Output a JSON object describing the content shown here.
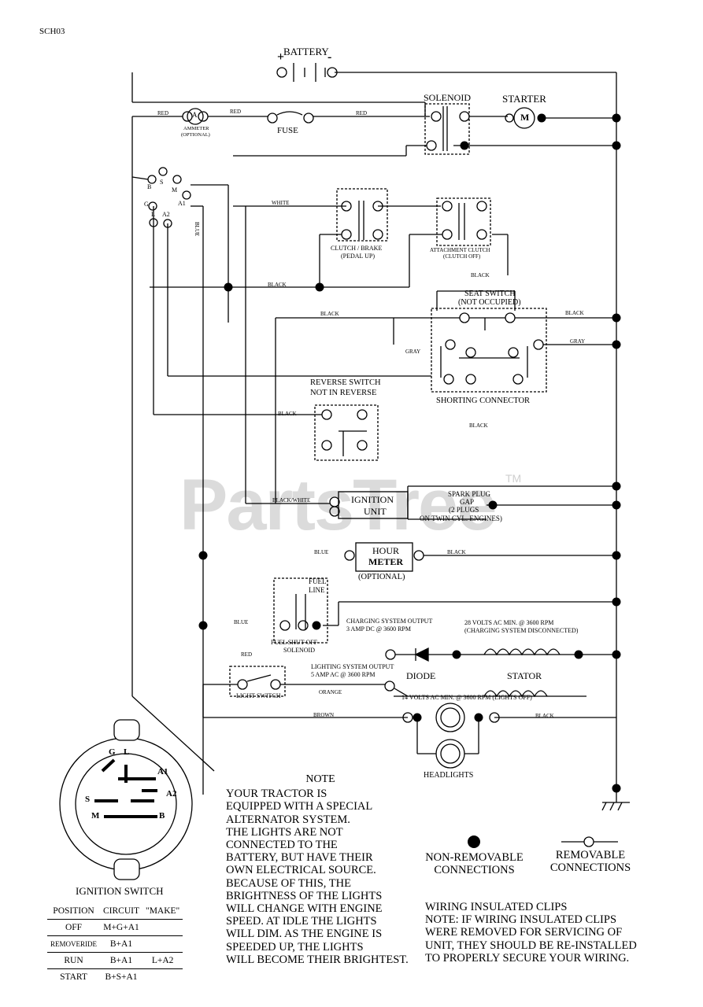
{
  "header": {
    "code": "SCH03"
  },
  "watermark": {
    "text": "PartsTree",
    "tm": "TM"
  },
  "components": {
    "battery": "BATTERY",
    "battery_plus": "+",
    "battery_minus": "-",
    "solenoid": "SOLENOID",
    "starter": "STARTER",
    "starter_m": "M",
    "ammeter_line1": "AMMETER",
    "ammeter_line2": "(OPTIONAL)",
    "ammeter_a": "A",
    "fuse": "FUSE",
    "clutch_brake_line1": "CLUTCH / BRAKE",
    "clutch_brake_line2": "(PEDAL UP)",
    "attachment_line1": "ATTACHMENT CLUTCH",
    "attachment_line2": "(CLUTCH OFF)",
    "seat_switch_line1": "SEAT SWITCH",
    "seat_switch_line2": "(NOT OCCUPIED)",
    "shorting_connector": "SHORTING CONNECTOR",
    "reverse_switch_line1": "REVERSE SWITCH",
    "reverse_switch_line2": "NOT IN REVERSE",
    "ignition_unit_line1": "IGNITION",
    "ignition_unit_line2": "UNIT",
    "spark_plug_line1": "SPARK PLUG",
    "spark_plug_line2": "GAP",
    "spark_plug_line3": "(2 PLUGS",
    "spark_plug_line4": "ON TWIN CYL. ENGINES)",
    "hour_meter_line1": "HOUR",
    "hour_meter_line2": "METER",
    "hour_meter_line3": "(OPTIONAL)",
    "fuel_line_line1": "FUEL",
    "fuel_line_line2": "LINE",
    "fuel_shutoff_line1": "FUEL SHUT-OFF",
    "fuel_shutoff_line2": "SOLENOID",
    "charging_line1": "CHARGING SYSTEM OUTPUT",
    "charging_line2": "3 AMP DC @ 3600 RPM",
    "volts28_line1": "28 VOLTS AC MIN. @ 3600 RPM",
    "volts28_line2": "(CHARGING SYSTEM DISCONNECTED)",
    "diode": "DIODE",
    "stator": "STATOR",
    "lighting_line1": "LIGHTING SYSTEM OUTPUT",
    "lighting_line2": "5 AMP AC @ 3600 RPM",
    "volts14": "14 VOLTS AC MIN. @ 3600 RPM (LIGHTS OFF)",
    "light_switch": "LIGHT SWITCH",
    "headlights": "HEADLIGHTS",
    "ignition_switch": "IGNITION SWITCH"
  },
  "wire_labels": {
    "red1": "RED",
    "red2": "RED",
    "red3": "RED",
    "red4": "RED",
    "white": "WHITE",
    "black1": "BLACK",
    "black2": "BLACK",
    "black3": "BLACK",
    "black4": "BLACK",
    "black5": "BLACK",
    "black6": "BLACK",
    "black7": "BLACK",
    "black8": "BLACK",
    "blackwhite": "BLACK/WHITE",
    "gray1": "GRAY",
    "gray2": "GRAY",
    "blue1": "BLUE",
    "blue2": "BLUE",
    "orange": "ORANGE",
    "brown": "BROWN",
    "blue_vert": "BLUE"
  },
  "switch_terminals": {
    "B": "B",
    "S": "S",
    "M": "M",
    "G": "G",
    "L": "L",
    "A1": "A1",
    "A2": "A2"
  },
  "ignition_diagram": {
    "G": "G",
    "L": "L",
    "A1": "A1",
    "S": "S",
    "A2": "A2",
    "M": "M",
    "B": "B"
  },
  "position_table": {
    "headers": [
      "POSITION",
      "CIRCUIT",
      "\"MAKE\""
    ],
    "rows": [
      [
        "OFF",
        "M+G+A1",
        ""
      ],
      [
        "REMOVERIDE",
        "B+A1",
        ""
      ],
      [
        "RUN",
        "B+A1",
        "L+A2"
      ],
      [
        "START",
        "B+S+A1",
        ""
      ]
    ]
  },
  "note": {
    "title": "NOTE",
    "lines": [
      "YOUR TRACTOR IS",
      "EQUIPPED WITH A SPECIAL",
      "ALTERNATOR SYSTEM.",
      "THE LIGHTS ARE NOT",
      "CONNECTED TO THE",
      "BATTERY, BUT HAVE THEIR",
      "OWN ELECTRICAL SOURCE.",
      "BECAUSE OF THIS, THE",
      "BRIGHTNESS OF THE LIGHTS",
      "WILL CHANGE WITH ENGINE",
      "SPEED.  AT IDLE THE LIGHTS",
      "WILL DIM.  AS THE ENGINE IS",
      "SPEEDED UP, THE LIGHTS",
      "WILL BECOME THEIR BRIGHTEST."
    ]
  },
  "legend": {
    "nonremovable_line1": "NON-REMOVABLE",
    "nonremovable_line2": "CONNECTIONS",
    "removable_line1": "REMOVABLE",
    "removable_line2": "CONNECTIONS"
  },
  "clips": {
    "lines": [
      "WIRING INSULATED CLIPS",
      "NOTE: IF WIRING INSULATED CLIPS",
      "WERE REMOVED FOR SERVICING OF",
      "UNIT, THEY SHOULD BE RE-INSTALLED",
      "TO PROPERLY SECURE YOUR WIRING."
    ]
  }
}
